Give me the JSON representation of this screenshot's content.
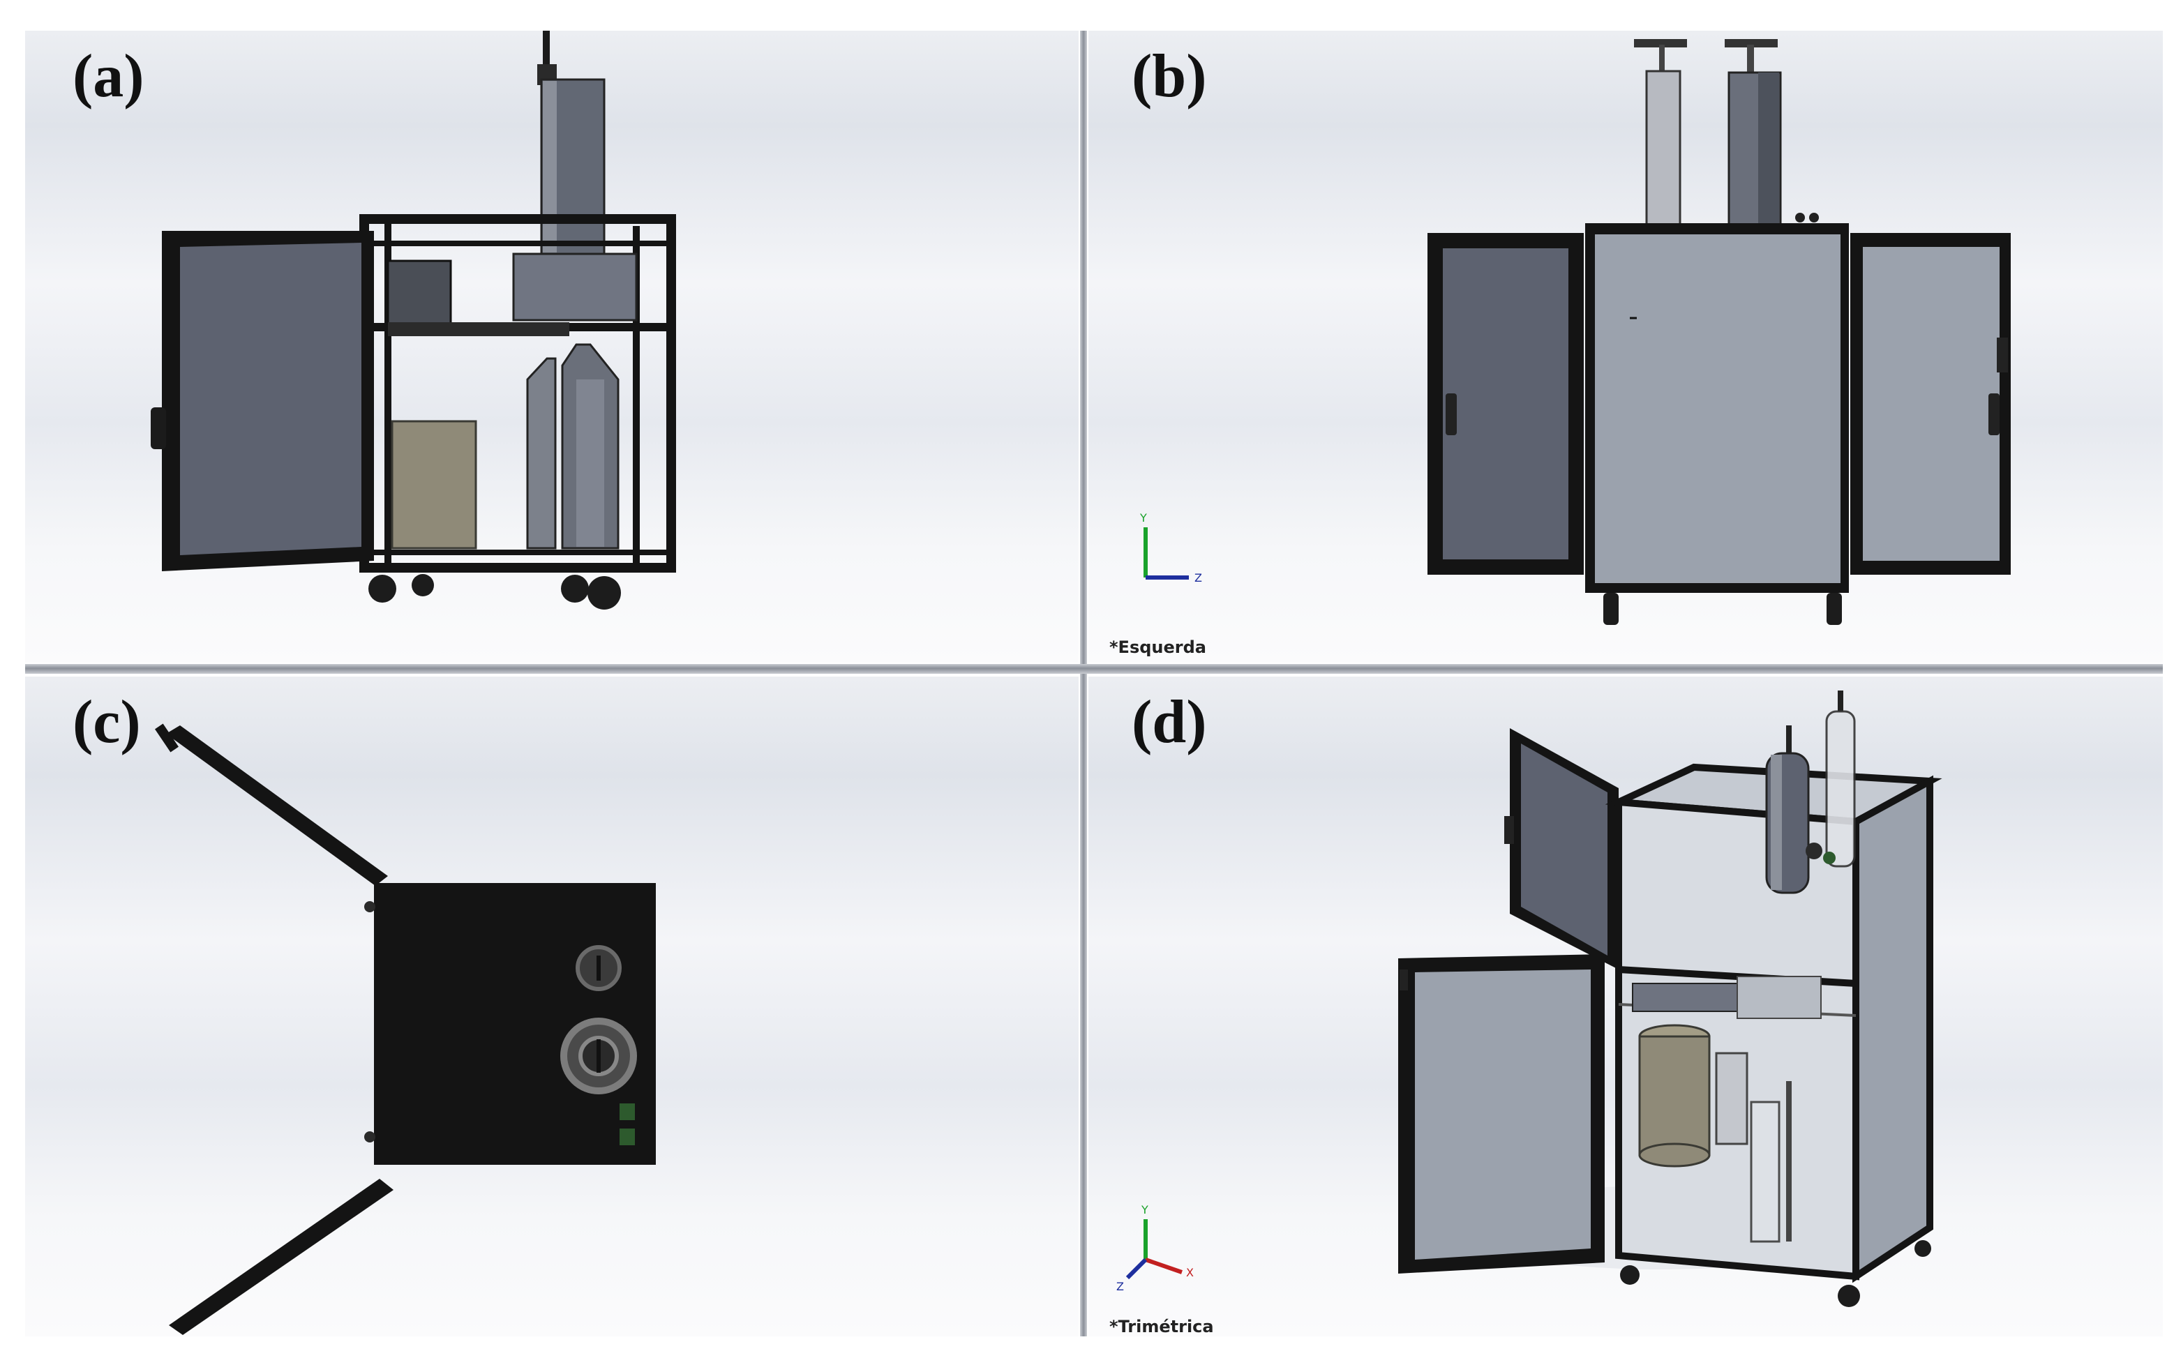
{
  "figure": {
    "panels": [
      {
        "label": "(a)"
      },
      {
        "label": "(b)",
        "view_label": "*Esquerda",
        "triad": [
          "Y",
          "Z"
        ]
      },
      {
        "label": "(c)"
      },
      {
        "label": "(d)",
        "view_label": "*Trimétrica",
        "triad": [
          "Y",
          "X",
          "Z"
        ]
      }
    ]
  },
  "colors": {
    "frame_black": "#141414",
    "door_glass": "#5d6270",
    "cabinet_panel": "#9ba2ad",
    "tank_beige": "#8f8a78",
    "axis_y": "#1aa22b",
    "axis_z": "#1e2f9e",
    "axis_x": "#c22020"
  },
  "icons": [
    "coordinate-triad-icon"
  ]
}
